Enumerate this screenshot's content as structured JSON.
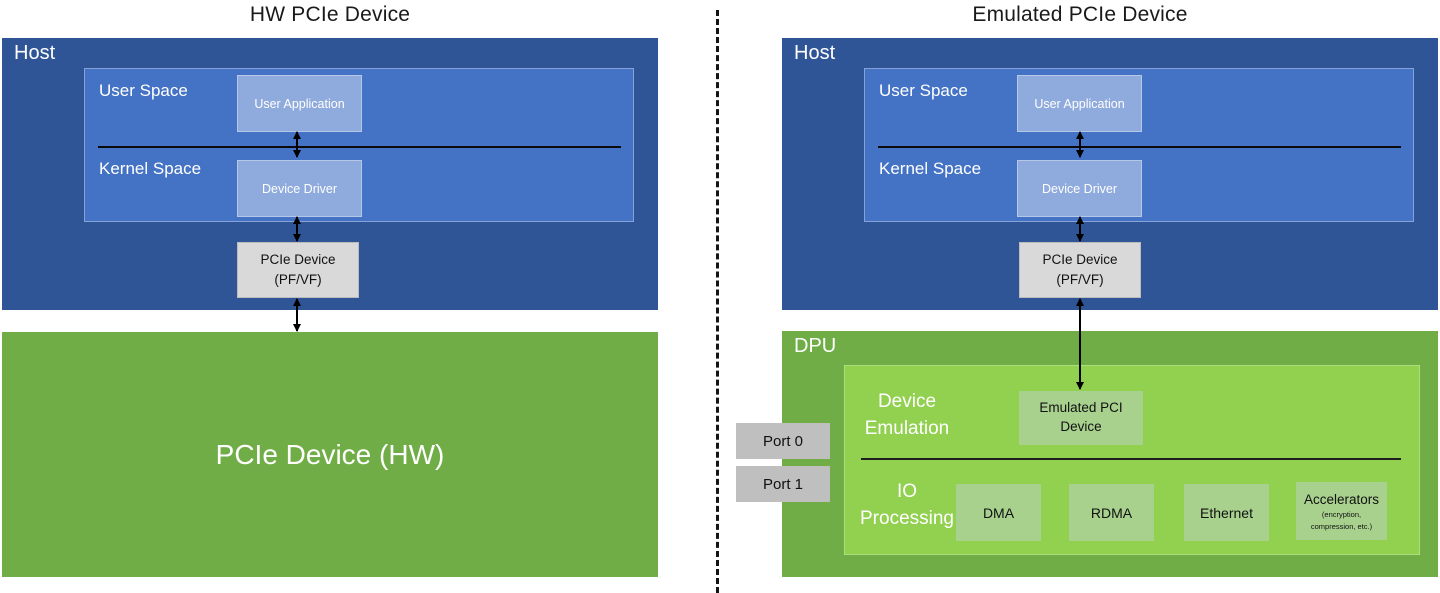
{
  "left": {
    "title": "HW PCIe Device",
    "host": "Host",
    "user_space": "User Space",
    "kernel_space": "Kernel Space",
    "user_application": "User Application",
    "device_driver": "Device Driver",
    "pcie_device": [
      "PCIe Device",
      "(PF/VF)"
    ],
    "hw_device": "PCIe Device (HW)"
  },
  "right": {
    "title": "Emulated PCIe Device",
    "host": "Host",
    "user_space": "User Space",
    "kernel_space": "Kernel Space",
    "user_application": "User Application",
    "device_driver": "Device Driver",
    "pcie_device": [
      "PCIe Device",
      "(PF/VF)"
    ],
    "dpu": "DPU",
    "device_emulation": [
      "Device",
      "Emulation"
    ],
    "emulated_pci_device": [
      "Emulated PCI",
      "Device"
    ],
    "io_processing": [
      "IO",
      "Processing"
    ],
    "io_blocks": [
      "DMA",
      "RDMA",
      "Ethernet"
    ],
    "accelerators": {
      "title": "Accelerators",
      "subtitle": [
        "(encryption,",
        "compression, etc.)"
      ]
    },
    "ports": [
      "Port 0",
      "Port 1"
    ]
  },
  "colors": {
    "host_blue": "#2F5597",
    "space_blue": "#4472C4",
    "app_blue": "#8FAADC",
    "dark_green": "#70AD47",
    "bright_green": "#92D050",
    "pale_green": "#A9D18E",
    "box_gray": "#D9D9D9",
    "port_gray": "#BFBFBF",
    "ink": "#000000"
  }
}
